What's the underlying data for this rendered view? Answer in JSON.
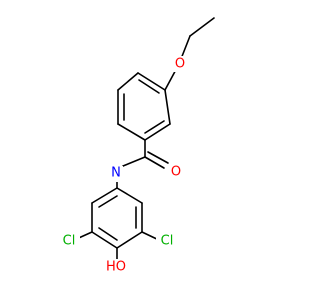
{
  "molecule": {
    "atoms": {
      "o_ether": {
        "symbol": "O",
        "color": "#ff0000"
      },
      "o_carbonyl": {
        "symbol": "O",
        "color": "#ff0000"
      },
      "n_amide": {
        "symbol": "N",
        "color": "#0000ff"
      },
      "cl_left": {
        "symbol": "Cl",
        "color": "#00b000"
      },
      "cl_right": {
        "symbol": "Cl",
        "color": "#00b000"
      },
      "oh_hydroxyl": {
        "symbol": "HO",
        "color": "#ff0000"
      }
    }
  }
}
